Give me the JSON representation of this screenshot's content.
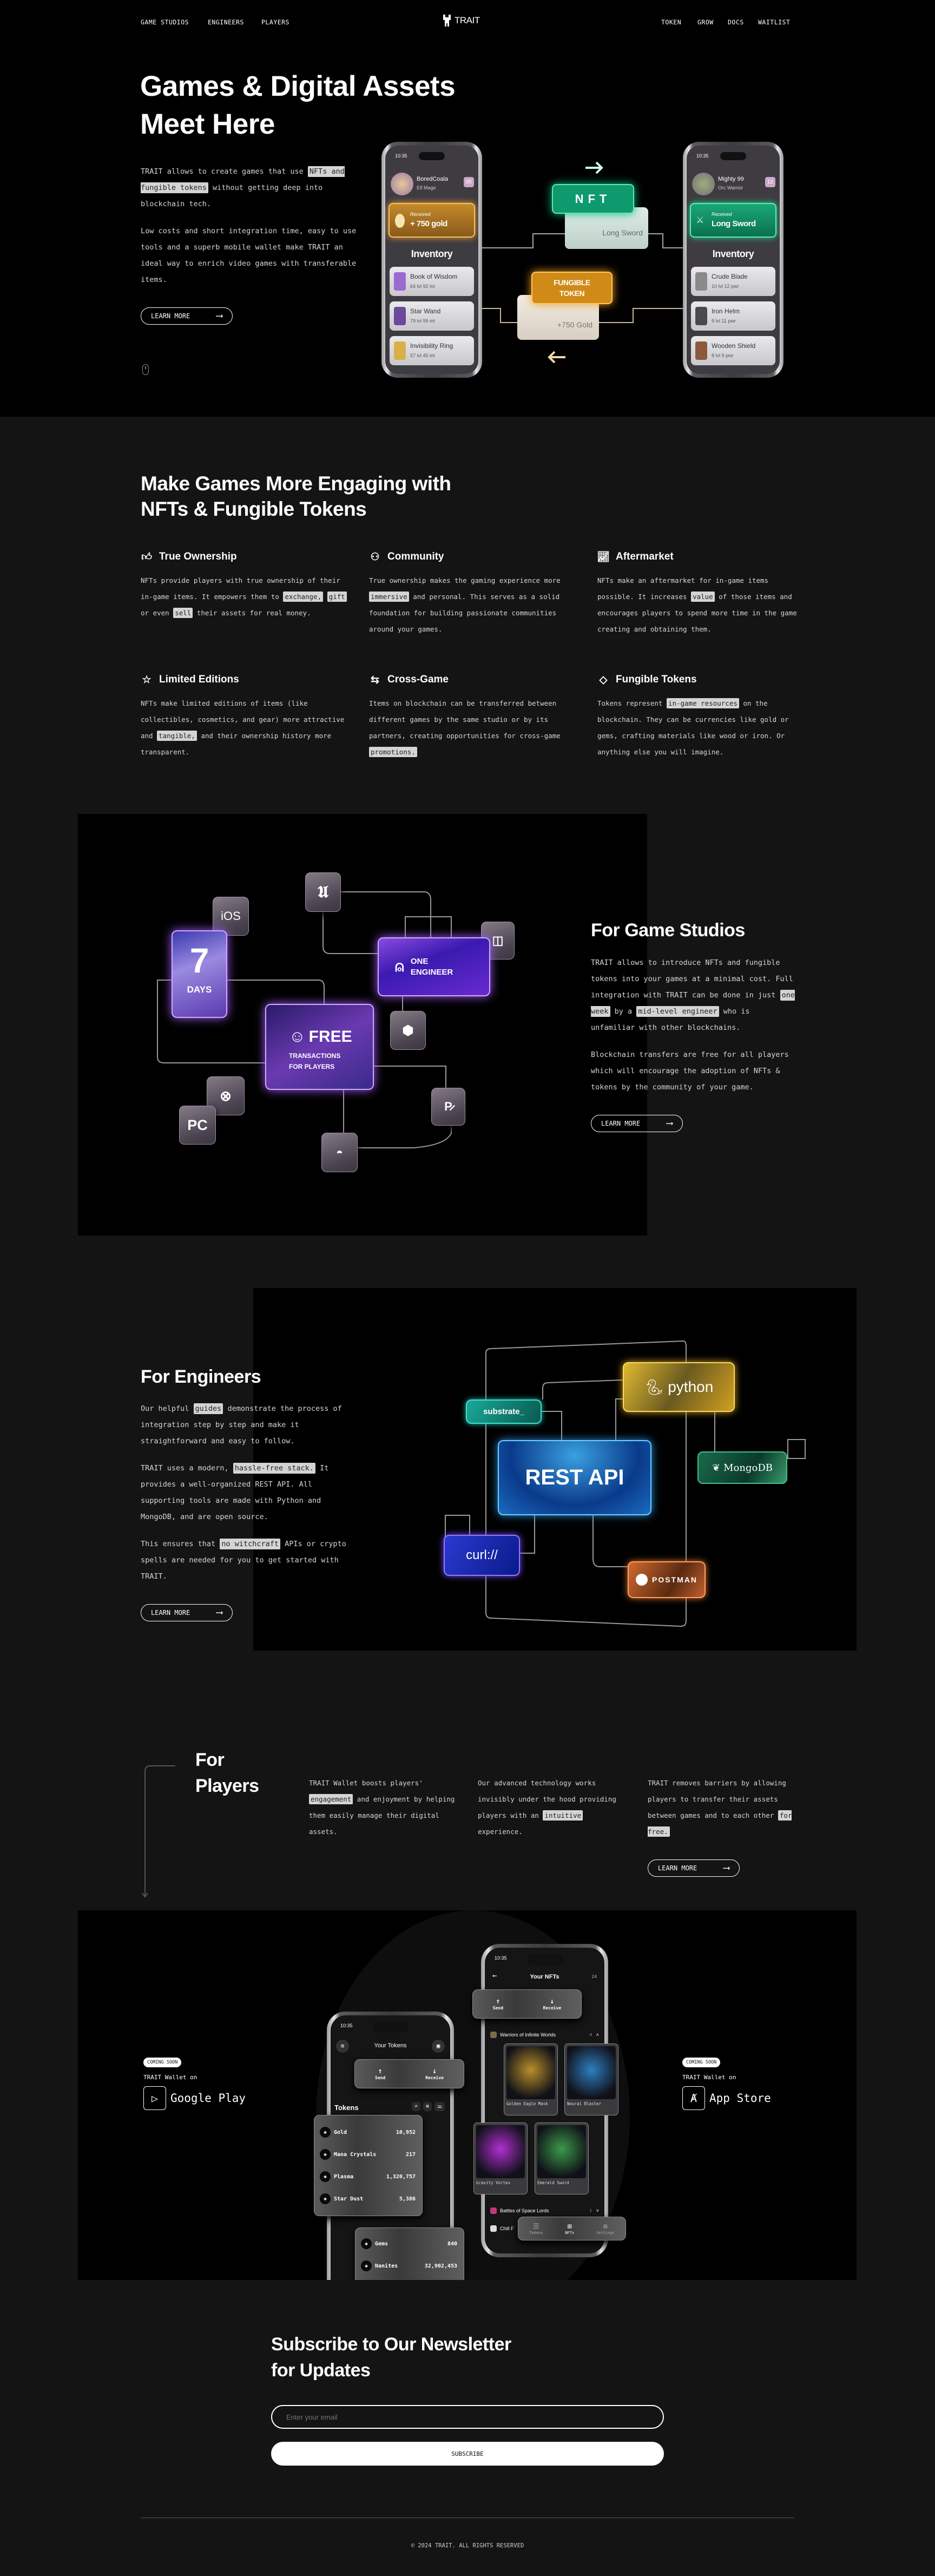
{
  "nav": {
    "left": [
      "GAME STUDIOS",
      "ENGINEERS",
      "PLAYERS"
    ],
    "logo": "TRAIT",
    "right": [
      "TOKEN",
      "GROW",
      "DOCS",
      "WAITLIST"
    ]
  },
  "hero": {
    "title_lines": [
      "Games & Digital Assets",
      "Meet Here"
    ],
    "paragraphs": [
      [
        {
          "t": "TRAIT allows to create games that use "
        },
        {
          "t": "NFTs and fungible tokens",
          "hl": true
        },
        {
          "t": " without getting deep into blockchain tech."
        }
      ],
      [
        {
          "t": "Low costs and short integration time, easy to use tools and a superb mobile wallet make TRAIT an ideal way to enrich video games with transferable items."
        }
      ]
    ],
    "cta": "LEARN MORE",
    "illustration": {
      "left_phone": {
        "time": "10:35",
        "name": "BoredCoala",
        "class": "Elf Mage",
        "level": "85",
        "received_label": "Received",
        "received_value": "+ 750 gold",
        "inventory": "Inventory",
        "items": [
          {
            "name": "Book of Wisdom",
            "stats": "64 lvl   92 int"
          },
          {
            "name": "Star Wand",
            "stats": "79 lvl   99 int"
          },
          {
            "name": "Invisibility Ring",
            "stats": "57 lvl   45 int"
          }
        ]
      },
      "right_phone": {
        "time": "10:35",
        "name": "Mighty 99",
        "class": "Orc Warrior",
        "level": "12",
        "received_label": "Received",
        "received_value": "Long Sword",
        "inventory": "Inventory",
        "items": [
          {
            "name": "Crude Blade",
            "stats": "10 lvl   12 pwr"
          },
          {
            "name": "Iron Helm",
            "stats": "9 lvl   11 pwr"
          },
          {
            "name": "Wooden Shield",
            "stats": "8 lvl   9 pwr"
          }
        ]
      },
      "nft_label": "NFT",
      "nft_item": "Long Sword",
      "token_label": "FUNGIBLE TOKEN",
      "token_item": "+750 Gold",
      "colors": {
        "nft": "#0f9a6e",
        "token": "#d08a18"
      }
    }
  },
  "features": {
    "title_lines": [
      "Make Games More Engaging with",
      "NFTs & Fungible Tokens"
    ],
    "items": [
      {
        "icon": "thumbs-up",
        "glyph": "👍︎",
        "title": "True Ownership",
        "body": [
          {
            "t": "NFTs provide players with true ownership of their in-game items. It empowers them to "
          },
          {
            "t": "exchange,",
            "hl": true
          },
          {
            "t": " "
          },
          {
            "t": "gift",
            "hl": true
          },
          {
            "t": " or even "
          },
          {
            "t": "sell",
            "hl": true
          },
          {
            "t": " their assets for real money."
          }
        ]
      },
      {
        "icon": "community",
        "glyph": "⚇",
        "title": "Community",
        "body": [
          {
            "t": "True ownership makes the gaming experience more "
          },
          {
            "t": "immersive",
            "hl": true
          },
          {
            "t": " and personal. This serves as a solid foundation for building passionate communities around your games."
          }
        ]
      },
      {
        "icon": "chart-line",
        "glyph": "📈︎",
        "title": "Aftermarket",
        "body": [
          {
            "t": "NFTs make an aftermarket for in-game items possible. It increases "
          },
          {
            "t": "value",
            "hl": true
          },
          {
            "t": " of those items and encourages players to spend more time in the game creating and obtaining them."
          }
        ]
      },
      {
        "icon": "star",
        "glyph": "☆",
        "title": "Limited Editions",
        "body": [
          {
            "t": "NFTs make limited editions of items (like collectibles, cosmetics, and gear) more attractive and "
          },
          {
            "t": "tangible,",
            "hl": true
          },
          {
            "t": " and their ownership history more transparent."
          }
        ]
      },
      {
        "icon": "swap-arrows",
        "glyph": "⇆",
        "title": "Cross-Game",
        "body": [
          {
            "t": "Items on blockchain can be transferred between different games by the same studio or by its partners, creating opportunities for cross-game "
          },
          {
            "t": "promotions.",
            "hl": true
          }
        ]
      },
      {
        "icon": "diamond",
        "glyph": "◇",
        "title": "Fungible Tokens",
        "body": [
          {
            "t": "Tokens represent "
          },
          {
            "t": "in-game resources",
            "hl": true
          },
          {
            "t": " on the blockchain. They can be currencies like gold or gems, crafting materials like wood or iron. Or anything else you will imagine."
          }
        ]
      }
    ]
  },
  "studios": {
    "title": "For Game Studios",
    "paragraphs": [
      [
        {
          "t": "TRAIT allows to introduce NFTs and fungible tokens into your games at a minimal cost. Full integration with TRAIT can be done in just "
        },
        {
          "t": "one week",
          "hl": true
        },
        {
          "t": " by a "
        },
        {
          "t": "mid-level engineer",
          "hl": true
        },
        {
          "t": " who is unfamiliar with other blockchains."
        }
      ],
      [
        {
          "t": "Blockchain transfers are free for all players which will encourage the adoption of NFTs & tokens by the community of your game."
        }
      ]
    ],
    "cta": "LEARN MORE",
    "diagram": {
      "ios": "iOS",
      "days_number": "7",
      "days_label": "DAYS",
      "engineer_lines": [
        "ONE",
        "ENGINEER"
      ],
      "free": "FREE",
      "free_sub": [
        "TRANSACTIONS",
        "FOR PLAYERS"
      ],
      "pc": "PC",
      "platform_icons": [
        "unreal-engine",
        "nintendo-switch",
        "unity",
        "xbox",
        "playstation",
        "android"
      ]
    }
  },
  "engineers": {
    "title": "For Engineers",
    "paragraphs": [
      [
        {
          "t": "Our helpful "
        },
        {
          "t": "guides",
          "hl": true
        },
        {
          "t": " demonstrate the process of integration step by step and make it straightforward and easy to follow."
        }
      ],
      [
        {
          "t": "TRAIT uses a modern, "
        },
        {
          "t": "hassle-free stack.",
          "hl": true
        },
        {
          "t": " It provides a well-organized REST API. All supporting tools are made with Python and MongoDB, and are open source."
        }
      ],
      [
        {
          "t": "This ensures that "
        },
        {
          "t": "no witchcraft",
          "hl": true
        },
        {
          "t": " APIs or crypto spells are needed for you to get started with TRAIT."
        }
      ]
    ],
    "cta": "LEARN MORE",
    "diagram": {
      "rest": "REST API",
      "python": "python",
      "substrate": "substrate_",
      "mongodb": "MongoDB",
      "curl": "curl://",
      "postman": "POSTMAN"
    }
  },
  "players": {
    "title_lines": [
      "For",
      "Players"
    ],
    "columns": [
      [
        {
          "t": "TRAIT Wallet boosts players' "
        },
        {
          "t": "engagement",
          "hl": true
        },
        {
          "t": " and enjoyment by helping them easily manage their digital assets."
        }
      ],
      [
        {
          "t": "Our advanced technology works invisibly under the hood providing players with an "
        },
        {
          "t": "intuitive",
          "hl": true
        },
        {
          "t": " experience."
        }
      ],
      [
        {
          "t": "TRAIT removes barriers by allowing players to transfer their assets between games and to each other "
        },
        {
          "t": "for free.",
          "hl": true
        }
      ]
    ],
    "cta": "LEARN MORE"
  },
  "wallet": {
    "left": {
      "badge": "COMING SOON",
      "label": "TRAIT Wallet on",
      "store": "Google Play",
      "icon": "google-play"
    },
    "right": {
      "badge": "COMING SOON",
      "label": "TRAIT Wallet on",
      "store": "App Store",
      "icon": "app-store"
    },
    "tokens_phone": {
      "time": "10:35",
      "title": "Your Tokens",
      "send": "Send",
      "receive": "Receive",
      "section": "Tokens",
      "tokens": [
        {
          "name": "Gold",
          "value": "10,952"
        },
        {
          "name": "Mana Crystals",
          "value": "217"
        },
        {
          "name": "Plasma",
          "value": "1,320,757"
        },
        {
          "name": "Star Dust",
          "value": "5,386"
        }
      ],
      "more_tokens": [
        {
          "name": "Gems",
          "value": "840"
        },
        {
          "name": "Nanites",
          "value": "32,902,453"
        }
      ]
    },
    "nfts_phone": {
      "time": "10:35",
      "title": "Your NFTs",
      "count": "24",
      "send": "Send",
      "receive": "Receive",
      "collection": {
        "name": "Warriors of Infinite Worlds",
        "count": "4"
      },
      "nfts": [
        {
          "name": "Golden Eagle Mask",
          "color": "#b8902a"
        },
        {
          "name": "Neural Blaster",
          "color": "#2f7fc0"
        },
        {
          "name": "Gravity Vortex",
          "color": "#b02fd0"
        },
        {
          "name": "Emerald Sword",
          "color": "#3a9a4a"
        }
      ],
      "collection2": {
        "name": "Battles of Space Lords",
        "count": "1"
      },
      "collection3": "Chill F",
      "tabs": [
        "Tokens",
        "NFTs",
        "Settings"
      ]
    }
  },
  "newsletter": {
    "title_lines": [
      "Subscribe to Our Newsletter",
      "for Updates"
    ],
    "placeholder": "Enter your email",
    "button": "SUBSCRIBE"
  },
  "footer": {
    "copyright": "© 2024 TRAIT. ALL RIGHTS RESERVED"
  }
}
